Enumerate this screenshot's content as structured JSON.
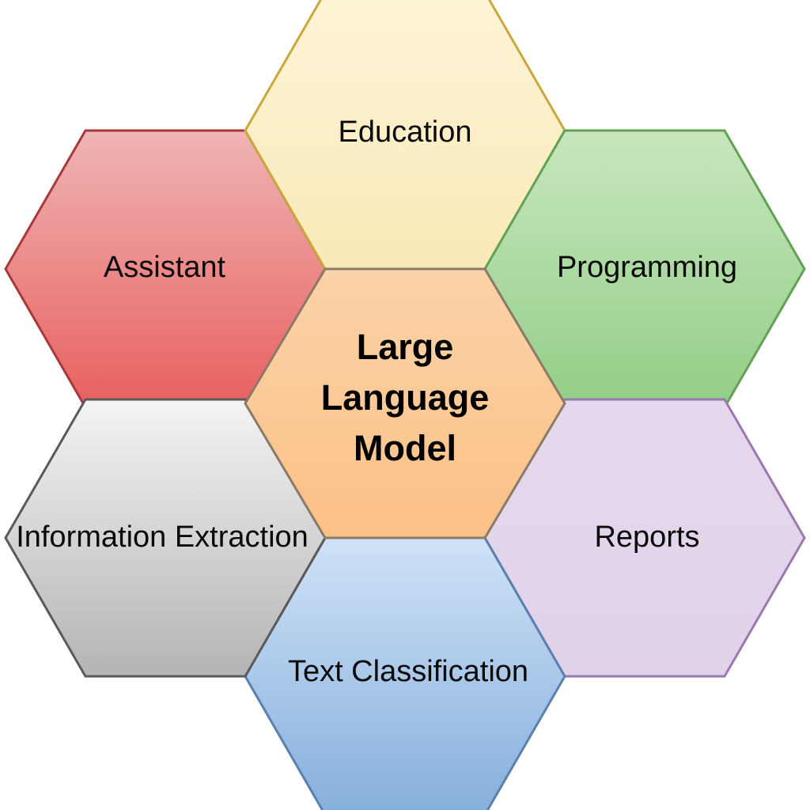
{
  "diagram": {
    "type": "honeycomb-hexagon-cluster",
    "title": "Large Language Model",
    "background_color": "#ffffff",
    "center": {
      "id": "center",
      "name": "large-language-model",
      "lines": [
        "Large",
        "Language",
        "Model"
      ],
      "text": "Large Language Model",
      "fill_top": "#FBD3A8",
      "fill_bottom": "#FBC086",
      "stroke": "#8a7a6a",
      "text_color": "#000000",
      "bold": true
    },
    "petals": [
      {
        "id": "education",
        "name": "education",
        "label": "Education",
        "position": "top",
        "fill_top": "#FDF4D7",
        "fill_bottom": "#FAE9B8",
        "stroke": "#C9A83B",
        "text_color": "#0a0a0a"
      },
      {
        "id": "programming",
        "name": "programming",
        "label": "Programming",
        "position": "top-right",
        "fill_top": "#C8E6BF",
        "fill_bottom": "#92CE86",
        "stroke": "#62A254",
        "text_color": "#0a0a0a"
      },
      {
        "id": "reports",
        "name": "reports",
        "label": "Reports",
        "position": "bottom-right",
        "fill_top": "#E6D8EC",
        "fill_bottom": "#E0D2E9",
        "stroke": "#9B78B0",
        "text_color": "#0a0a0a"
      },
      {
        "id": "text-classification",
        "name": "text-classification",
        "label": "Text Classification",
        "position": "bottom",
        "fill_top": "#CFE2F7",
        "fill_bottom": "#85AFDB",
        "stroke": "#5B80AE",
        "text_color": "#0a0a0a"
      },
      {
        "id": "information-extraction",
        "name": "information-extraction",
        "label": "Information Extraction",
        "position": "bottom-left",
        "fill_top": "#F4F4F4",
        "fill_bottom": "#B4B4B4",
        "stroke": "#5A5A5A",
        "text_color": "#0a0a0a"
      },
      {
        "id": "assistant",
        "name": "assistant",
        "label": "Assistant",
        "position": "top-left",
        "fill_top": "#EFB5B5",
        "fill_bottom": "#E8605E",
        "stroke": "#A8393A",
        "text_color": "#0a0a0a"
      }
    ]
  }
}
